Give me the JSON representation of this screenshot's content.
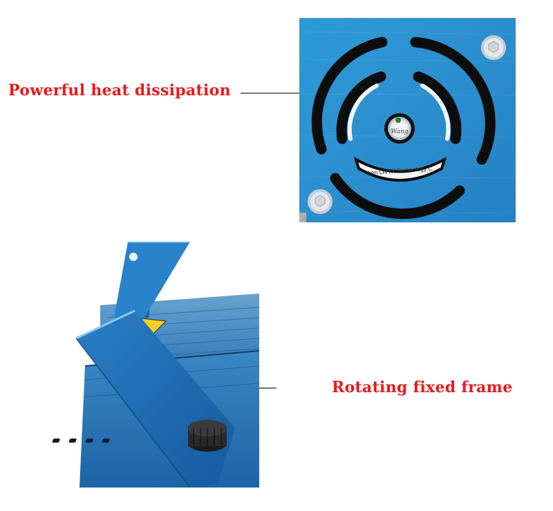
{
  "callouts": {
    "heat": {
      "label": "Powerful heat dissipation"
    },
    "frame": {
      "label": "Rotating fixed frame"
    }
  },
  "product_print": {
    "logo_fragment": "Wang",
    "label_fragment": "hen LWYX Technology C"
  },
  "colors": {
    "caption": "#e8191b",
    "leader_line": "#222222",
    "body_blue": "#2b8fcf",
    "body_blue_dark": "#1f6fb0",
    "vent_black": "#111111",
    "screw": "#d9dcdf",
    "warning_yellow": "#f4d11c",
    "knob": "#2a2a2a"
  },
  "icons": [
    "screw-icon",
    "warning-triangle-icon",
    "knob-icon"
  ]
}
